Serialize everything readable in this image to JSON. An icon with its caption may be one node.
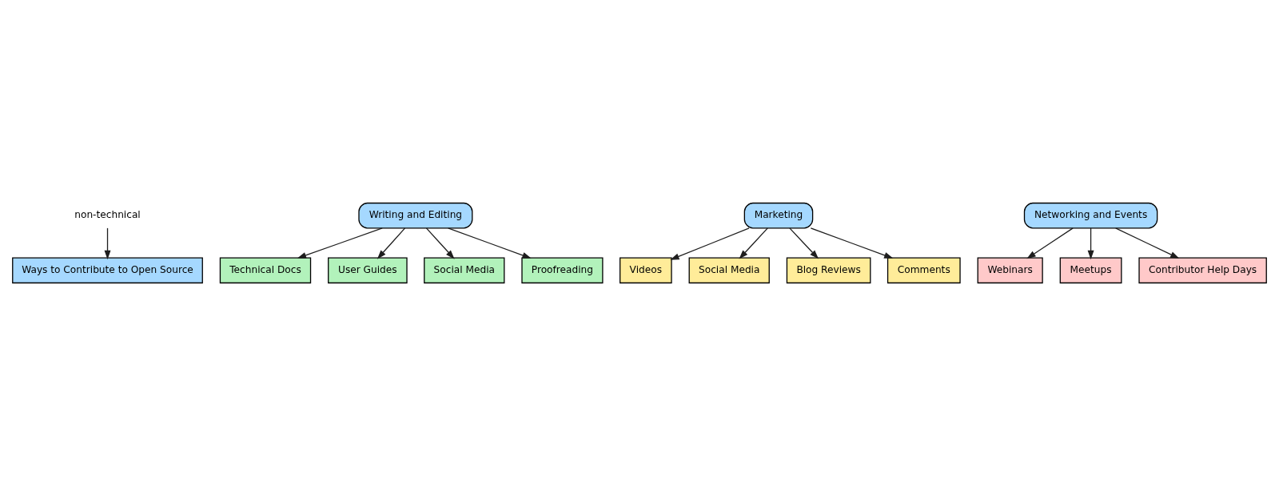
{
  "diagram": {
    "nodes": [
      {
        "text": [
          "non-technical"
        ]
      },
      {
        "text": [
          "Ways to Contribute to Open Source"
        ]
      },
      {
        "text": [
          "Writing and Editing"
        ]
      },
      {
        "text": [
          "Technical Docs"
        ]
      },
      {
        "text": [
          "User Guides"
        ]
      },
      {
        "text": [
          "Social Media"
        ]
      },
      {
        "text": [
          "Proofreading"
        ]
      },
      {
        "text": [
          "Marketing"
        ]
      },
      {
        "text": [
          "Videos"
        ]
      },
      {
        "text": [
          "Social Media"
        ]
      },
      {
        "text": [
          "Blog Reviews"
        ]
      },
      {
        "text": [
          "Comments"
        ]
      },
      {
        "text": [
          "Networking and Events"
        ]
      },
      {
        "text": [
          "Webinars"
        ]
      },
      {
        "text": [
          "Meetups"
        ]
      },
      {
        "text": [
          "Contributor Help Days"
        ]
      }
    ],
    "edges": [
      {
        "from": 0,
        "to": 1,
        "arrow": "to"
      },
      {
        "from": 2,
        "to": 3,
        "arrow": "to"
      },
      {
        "from": 2,
        "to": 4,
        "arrow": "to"
      },
      {
        "from": 2,
        "to": 5,
        "arrow": "to"
      },
      {
        "from": 2,
        "to": 6,
        "arrow": "to"
      },
      {
        "from": 7,
        "to": 8,
        "arrow": "to"
      },
      {
        "from": 7,
        "to": 9,
        "arrow": "to"
      },
      {
        "from": 7,
        "to": 10,
        "arrow": "to"
      },
      {
        "from": 7,
        "to": 11,
        "arrow": "to"
      },
      {
        "from": 12,
        "to": 13,
        "arrow": "to"
      },
      {
        "from": 12,
        "to": 14,
        "arrow": "to"
      },
      {
        "from": 12,
        "to": 15,
        "arrow": "to"
      }
    ]
  }
}
